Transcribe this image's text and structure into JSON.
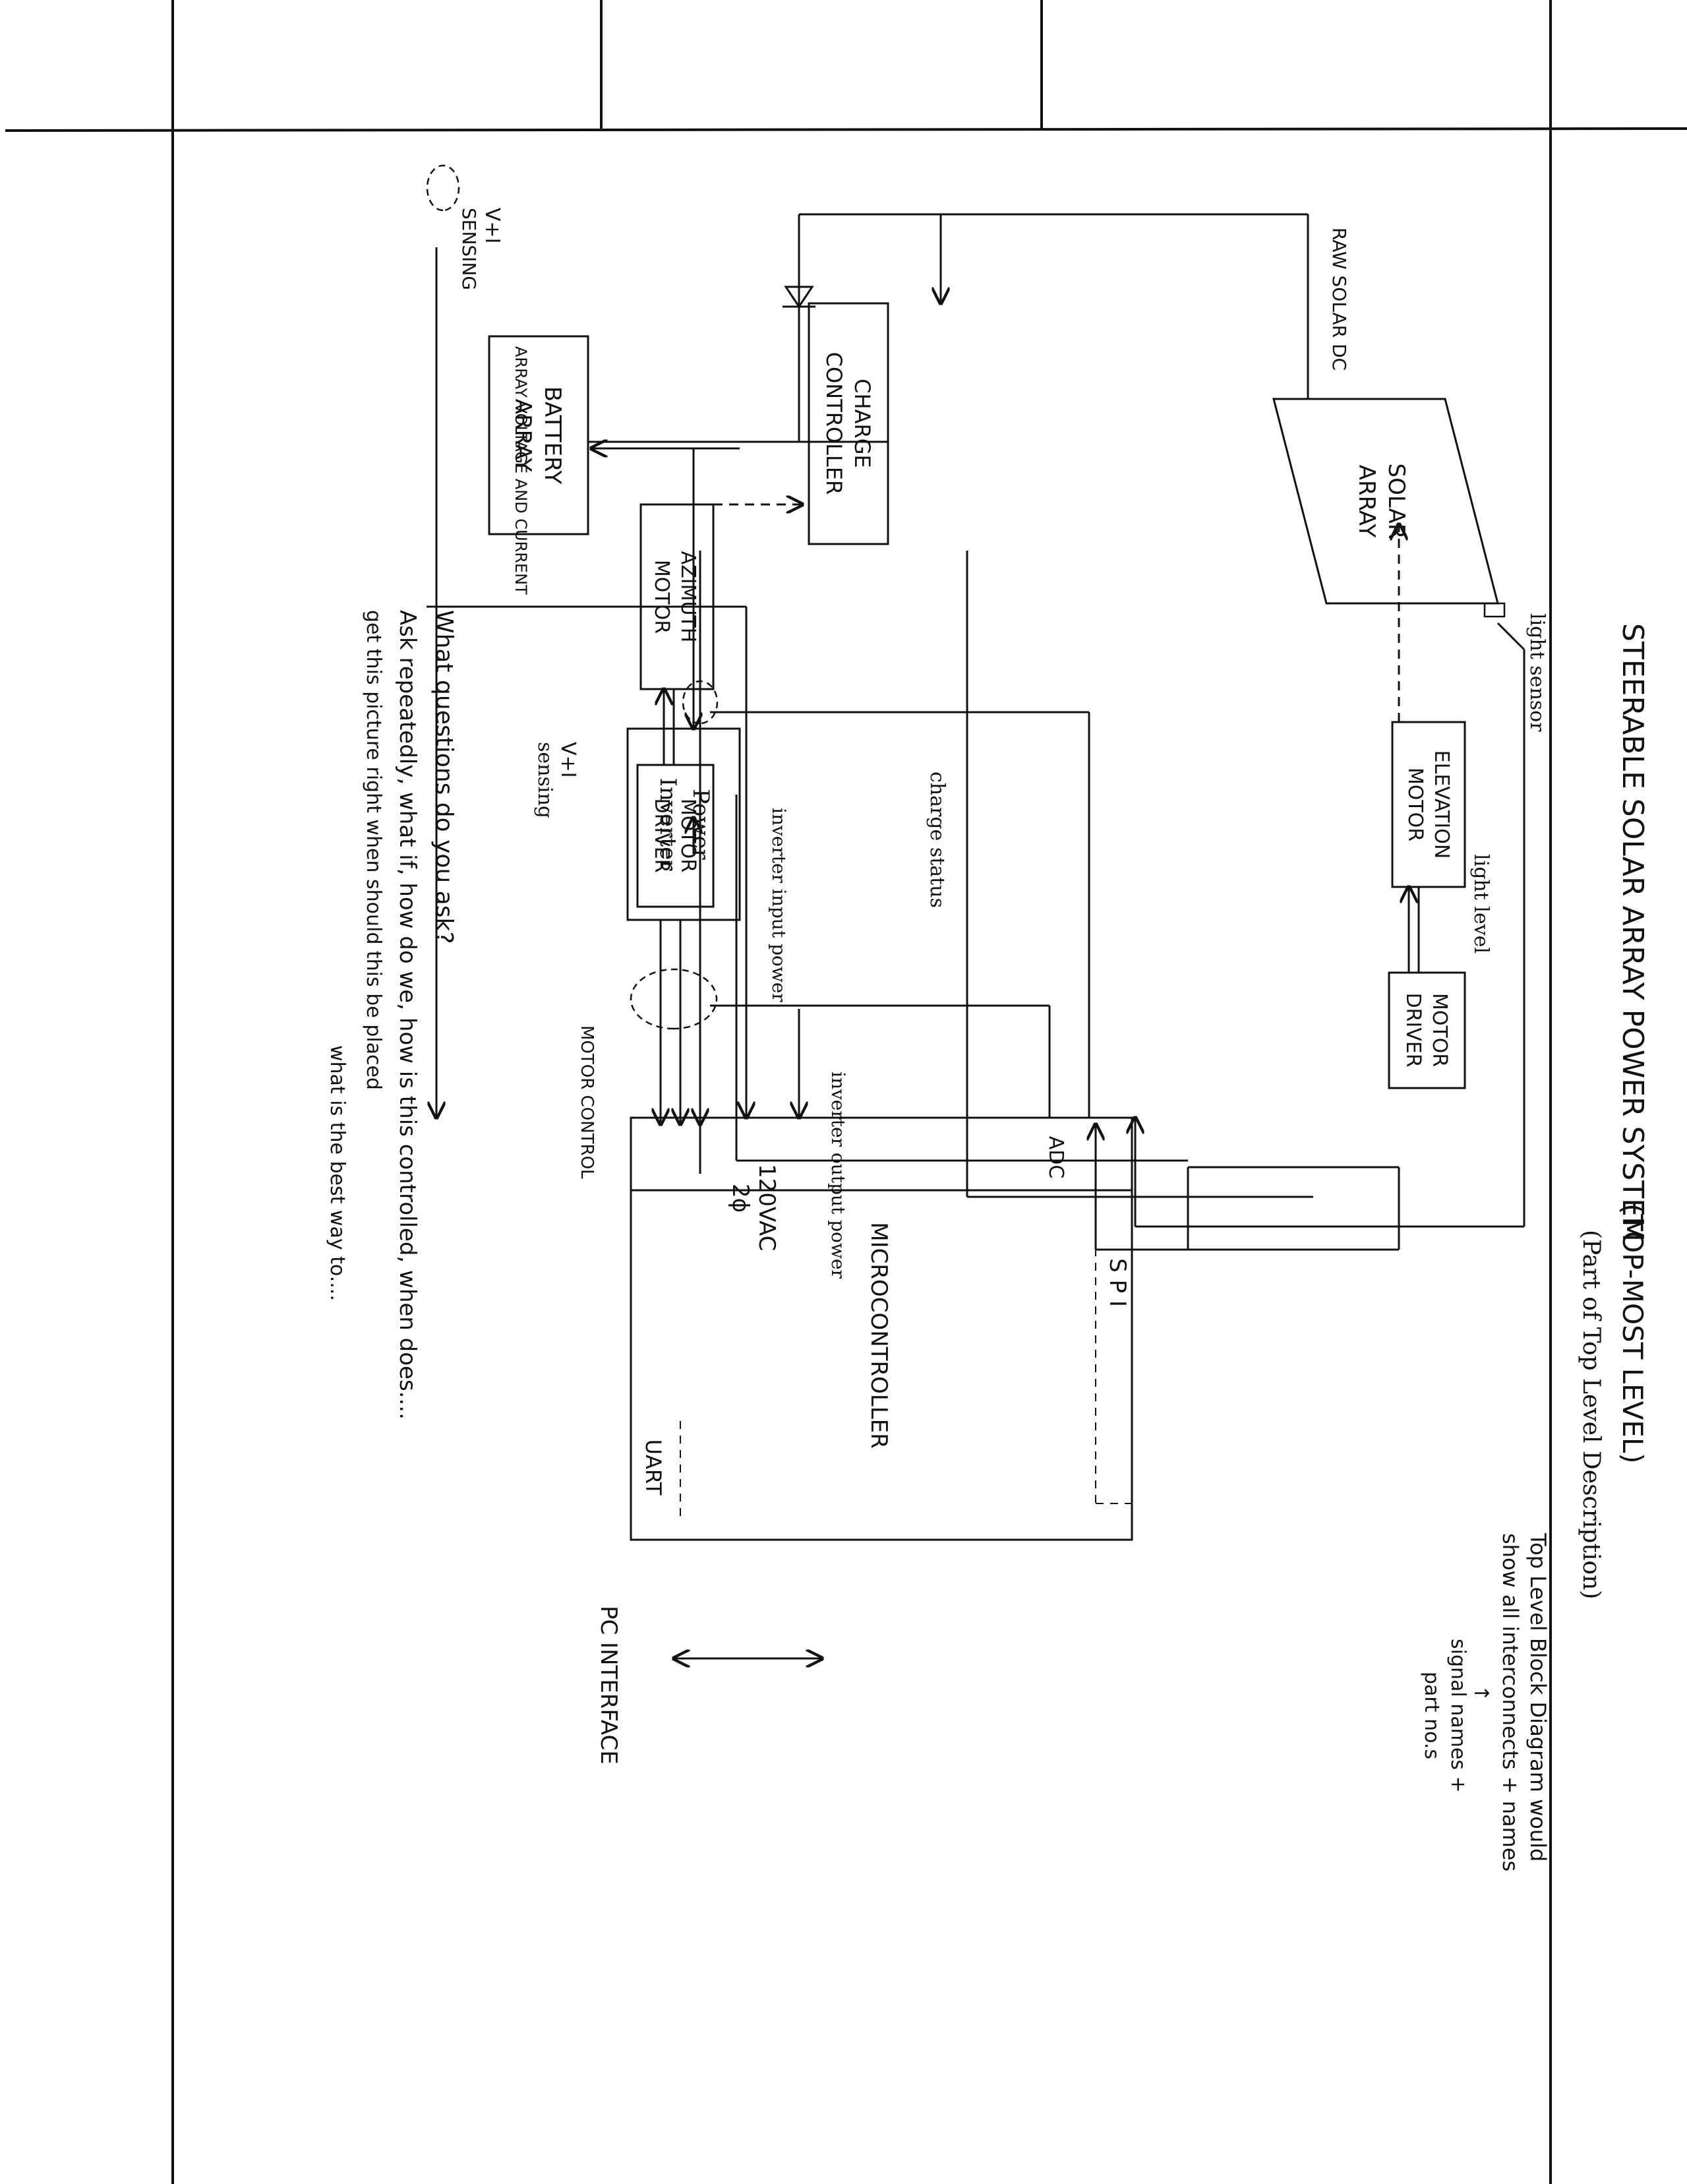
{
  "title": {
    "main": "STEERABLE SOLAR ARRAY POWER SYSTEM",
    "level": "(TOP-MOST LEVEL)",
    "subtitle": "(Part of Top Level Description)"
  },
  "side_note": {
    "line1": "Top Level Block Diagram would",
    "line2": "show all interconnects + names",
    "arrow": "↑",
    "line3": "signal names +",
    "line4": "part no.s"
  },
  "blocks": {
    "solar_array": [
      "SOLAR",
      "ARRAY"
    ],
    "elevation_motor": [
      "ELEVATION",
      "MOTOR"
    ],
    "motor_driver_elevation": [
      "MOTOR",
      "DRIVER"
    ],
    "azimuth_motor": [
      "AZIMUTH",
      "MOTOR"
    ],
    "motor_driver_azimuth": [
      "MOTOR",
      "DRIVER"
    ],
    "charge_controller": [
      "CHARGE",
      "CONTROLLER"
    ],
    "battery_array": [
      "BATTERY",
      "ARRAY"
    ],
    "power_inverter": [
      "Power",
      "Inverter"
    ],
    "adc": "ADC",
    "spi": "S P I",
    "microcontroller": "MICROCONTROLLER",
    "uart": "UART"
  },
  "signals": {
    "raw_solar_dc": "RAW SOLAR DC",
    "vi_sensing_top": [
      "V+I",
      "SENSING"
    ],
    "light_sensor": "light sensor",
    "light_level": "light level",
    "array_voltage_current": "ARRAY VOLTAGE AND CURRENT",
    "motor_control": "MOTOR CONTROL",
    "charge_status": "charge status",
    "inverter_input_power": "inverter input power",
    "inverter_output_power": "inverter output power",
    "vi_sensing_bottom": [
      "V+I",
      "sensing"
    ],
    "ac_output": [
      "120VAC",
      "2ϕ"
    ],
    "pc_interface": "PC INTERFACE"
  },
  "questions": {
    "line1": "What questions do you ask?",
    "line2": "Ask repeatedly, what if, how do we, how is this controlled, when does....",
    "line3": "get this picture right    when should this be placed",
    "line4": "what is the best way to...."
  }
}
